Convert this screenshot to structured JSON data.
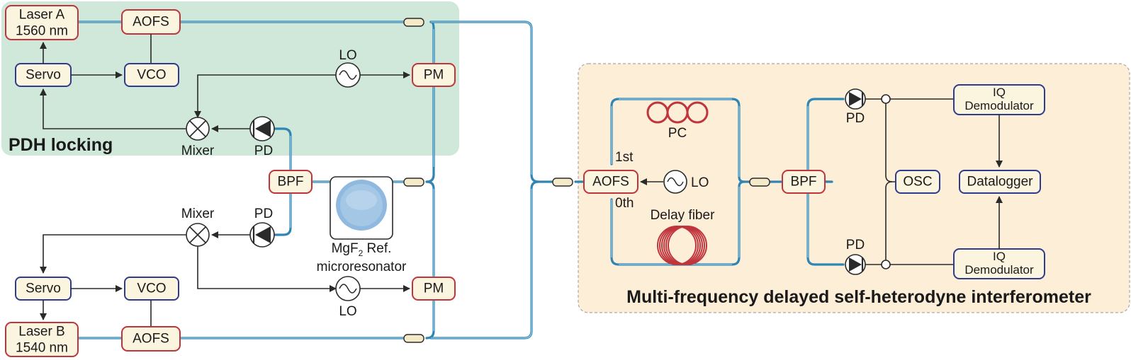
{
  "colors": {
    "fiber": "#2f86b4",
    "pdh_panel": "#cfe8da",
    "interferometer_panel": "#fdeed8",
    "box_fill": "#fbf4df",
    "red_border": "#c0343c",
    "blue_border": "#2f3b8c",
    "coil": "#c0343c",
    "resonator": "#8fb9df"
  },
  "panels": {
    "pdh_title": "PDH locking",
    "interferometer_title": "Multi-frequency delayed self-heterodyne interferometer"
  },
  "top_chain": {
    "laser_line1": "Laser A",
    "laser_line2": "1560 nm",
    "aofs": "AOFS",
    "vco": "VCO",
    "servo": "Servo",
    "lo": "LO",
    "pm": "PM",
    "mixer": "Mixer",
    "pd": "PD"
  },
  "middle": {
    "bpf": "BPF",
    "resonator_line1": "MgF",
    "resonator_sub": "2",
    "resonator_line1_tail": " Ref.",
    "resonator_line2": "microresonator"
  },
  "bottom_chain": {
    "mixer": "Mixer",
    "pd": "PD",
    "servo": "Servo",
    "vco": "VCO",
    "lo": "LO",
    "pm": "PM",
    "laser_line1": "Laser B",
    "laser_line2": "1540 nm",
    "aofs": "AOFS"
  },
  "interferometer": {
    "pc": "PC",
    "order_1st": "1st",
    "order_0th": "0th",
    "aofs": "AOFS",
    "lo": "LO",
    "delay_fiber": "Delay fiber",
    "bpf": "BPF",
    "pd_top": "PD",
    "pd_bottom": "PD",
    "osc": "OSC",
    "iq_top_line1": "IQ",
    "iq_top_line2": "Demodulator",
    "iq_bottom_line1": "IQ",
    "iq_bottom_line2": "Demodulator",
    "datalogger": "Datalogger"
  }
}
